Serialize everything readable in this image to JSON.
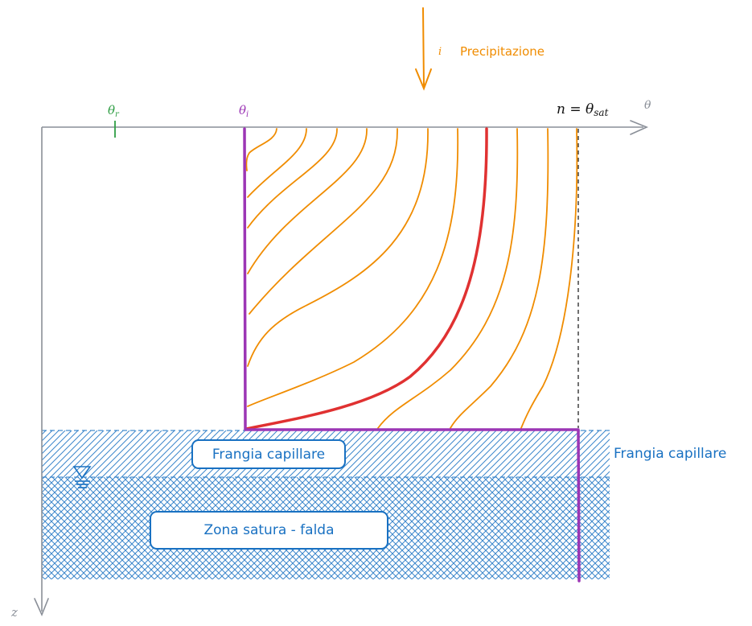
{
  "labels": {
    "rain_symbol": "i",
    "rain_text": "Precipitazione",
    "theta_axis": "θ",
    "z_axis": "z",
    "theta_r": {
      "base": "θ",
      "sub": "r"
    },
    "theta_i": {
      "base": "θ",
      "sub": "i"
    },
    "theta_sat": {
      "pre": "n = ",
      "base": "θ",
      "sub": "sat"
    },
    "fringe_box": "Frangia capillare",
    "fringe_side": "Frangia capillare",
    "saturated_box": "Zona satura - falda"
  },
  "colors": {
    "axis": "#8a8f98",
    "orange": "#f08c00",
    "red": "#e03131",
    "purple": "#9c36b5",
    "blue": "#1971c2",
    "green": "#2f9e44",
    "dark": "#111111"
  }
}
